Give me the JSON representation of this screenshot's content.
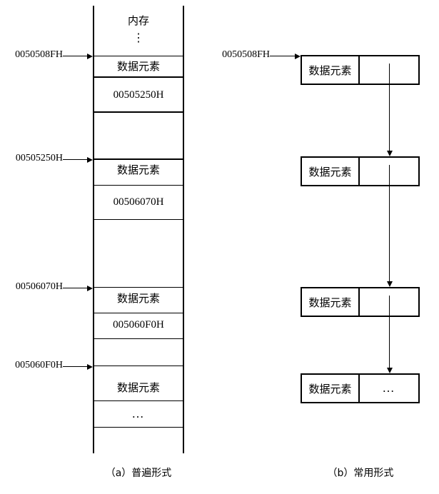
{
  "figure": {
    "memory_header": "内存",
    "vertical_ellipsis": "⋮",
    "ellipsis": "…"
  },
  "left_diagram": {
    "caption": "（a）普遍形式",
    "address_labels": [
      {
        "text": "0050508FH"
      },
      {
        "text": "00505250H"
      },
      {
        "text": "00506070H"
      },
      {
        "text": "005060F0H"
      }
    ],
    "cells": [
      {
        "label": "数据元素",
        "kind": "data"
      },
      {
        "label": "00505250H",
        "kind": "pointer"
      },
      {
        "label": "",
        "kind": "empty"
      },
      {
        "label": "数据元素",
        "kind": "data"
      },
      {
        "label": "00506070H",
        "kind": "pointer"
      },
      {
        "label": "",
        "kind": "empty"
      },
      {
        "label": "数据元素",
        "kind": "data"
      },
      {
        "label": "005060F0H",
        "kind": "pointer"
      },
      {
        "label": "",
        "kind": "empty"
      },
      {
        "label": "数据元素",
        "kind": "data"
      },
      {
        "label": "…",
        "kind": "ellipsis"
      },
      {
        "label": "",
        "kind": "empty"
      }
    ]
  },
  "right_diagram": {
    "caption": "（b）常用形式",
    "address_label": "0050508FH",
    "nodes": [
      {
        "data": "数据元素",
        "pointer": ""
      },
      {
        "data": "数据元素",
        "pointer": ""
      },
      {
        "data": "数据元素",
        "pointer": ""
      },
      {
        "data": "数据元素",
        "pointer": "…"
      }
    ]
  },
  "colors": {
    "stroke": "#000000",
    "background": "#ffffff"
  }
}
